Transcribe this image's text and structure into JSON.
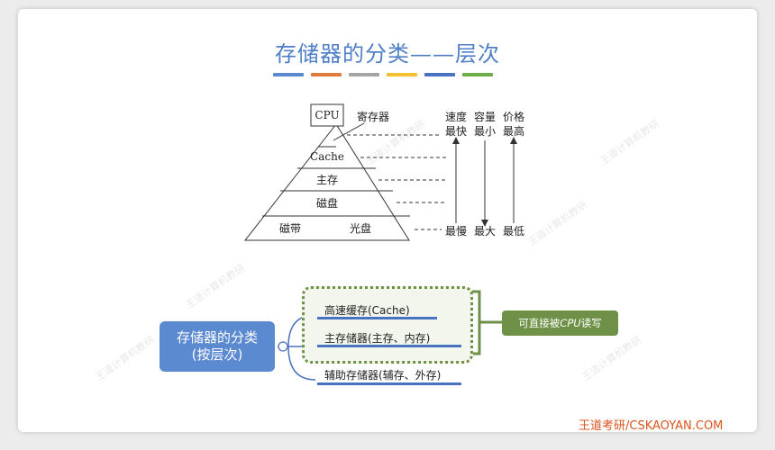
{
  "title": "存储器的分类——层次",
  "color_bars": [
    "#5b8ad0",
    "#e07b39",
    "#a5a5a5",
    "#f2c12e",
    "#4a72c2",
    "#70ad47"
  ],
  "pyramid": {
    "top_box": "CPU",
    "register_label": "寄存器",
    "levels": [
      "Cache",
      "主存",
      "磁盘"
    ],
    "bottom_left": "磁带",
    "bottom_right": "光盘"
  },
  "arrows": [
    {
      "top": "速度",
      "top2": "最快",
      "bottom": "最慢"
    },
    {
      "top": "容量",
      "top2": "最小",
      "bottom": "最大"
    },
    {
      "top": "价格",
      "top2": "最高",
      "bottom": "最低"
    }
  ],
  "mindmap": {
    "root_line1": "存储器的分类",
    "root_line2": "(按层次)",
    "branches": [
      "高速缓存(Cache)",
      "主存储器(主存、内存)",
      "辅助存储器(辅存、外存)"
    ],
    "note_prefix": "可直接被 ",
    "note_cpu": "CPU",
    "note_suffix": " 读写"
  },
  "brand": "王道考研/CSKAOYAN.COM",
  "watermark": "王道计算机教研"
}
